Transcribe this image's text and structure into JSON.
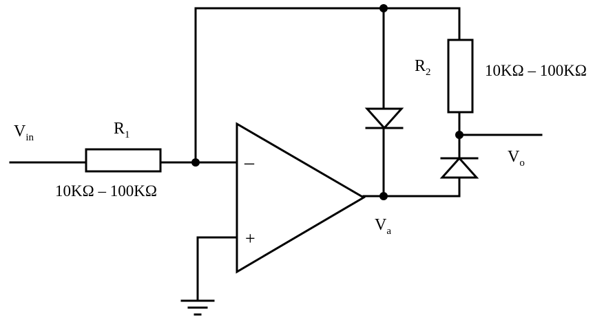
{
  "circuit": {
    "labels": {
      "vin": {
        "main": "V",
        "sub": "in"
      },
      "r1": {
        "main": "R",
        "sub": "1"
      },
      "r1_value": "10KΩ – 100KΩ",
      "r2": {
        "main": "R",
        "sub": "2"
      },
      "r2_value": "10KΩ – 100KΩ",
      "vo": {
        "main": "V",
        "sub": "o"
      },
      "va": {
        "main": "V",
        "sub": "a"
      },
      "inverting": "–",
      "non_inverting": "+"
    },
    "colors": {
      "line": "#000000",
      "background": "#ffffff"
    }
  }
}
